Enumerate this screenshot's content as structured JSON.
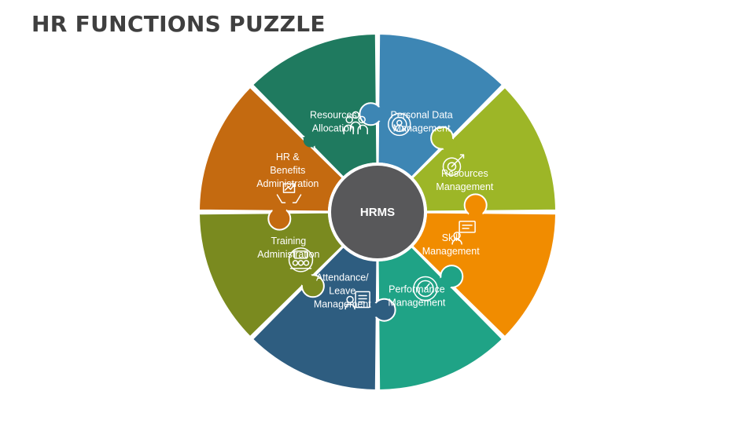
{
  "title": "HR FUNCTIONS PUZZLE",
  "hub": {
    "label": "HRMS",
    "color": "#58585a"
  },
  "segments": [
    {
      "key": "resources-allocation",
      "lines": [
        "Resources",
        "Allocation"
      ],
      "color": "#1f7a5f",
      "icon": "people-money-icon"
    },
    {
      "key": "personal-data",
      "lines": [
        "Personal Data",
        "Management"
      ],
      "color": "#3d86b4",
      "icon": "user-gear-icon"
    },
    {
      "key": "resources-management",
      "lines": [
        "Resources",
        "Management"
      ],
      "color": "#9db627",
      "icon": "gear-target-icon"
    },
    {
      "key": "skill-management",
      "lines": [
        "Skill",
        "Management"
      ],
      "color": "#f18c00",
      "icon": "presentation-board-icon"
    },
    {
      "key": "performance-management",
      "lines": [
        "Performance",
        "Management"
      ],
      "color": "#1fa386",
      "icon": "speedometer-gear-icon"
    },
    {
      "key": "attendance-leave",
      "lines": [
        "Attendance/",
        "Leave",
        "Management"
      ],
      "color": "#2e5d80",
      "icon": "checklist-person-icon"
    },
    {
      "key": "training-administration",
      "lines": [
        "Training",
        "Administration"
      ],
      "color": "#7a8a1f",
      "icon": "team-training-icon"
    },
    {
      "key": "hr-benefits",
      "lines": [
        "HR &",
        "Benefits",
        "Administration"
      ],
      "color": "#c46a10",
      "icon": "hands-growth-icon"
    }
  ]
}
